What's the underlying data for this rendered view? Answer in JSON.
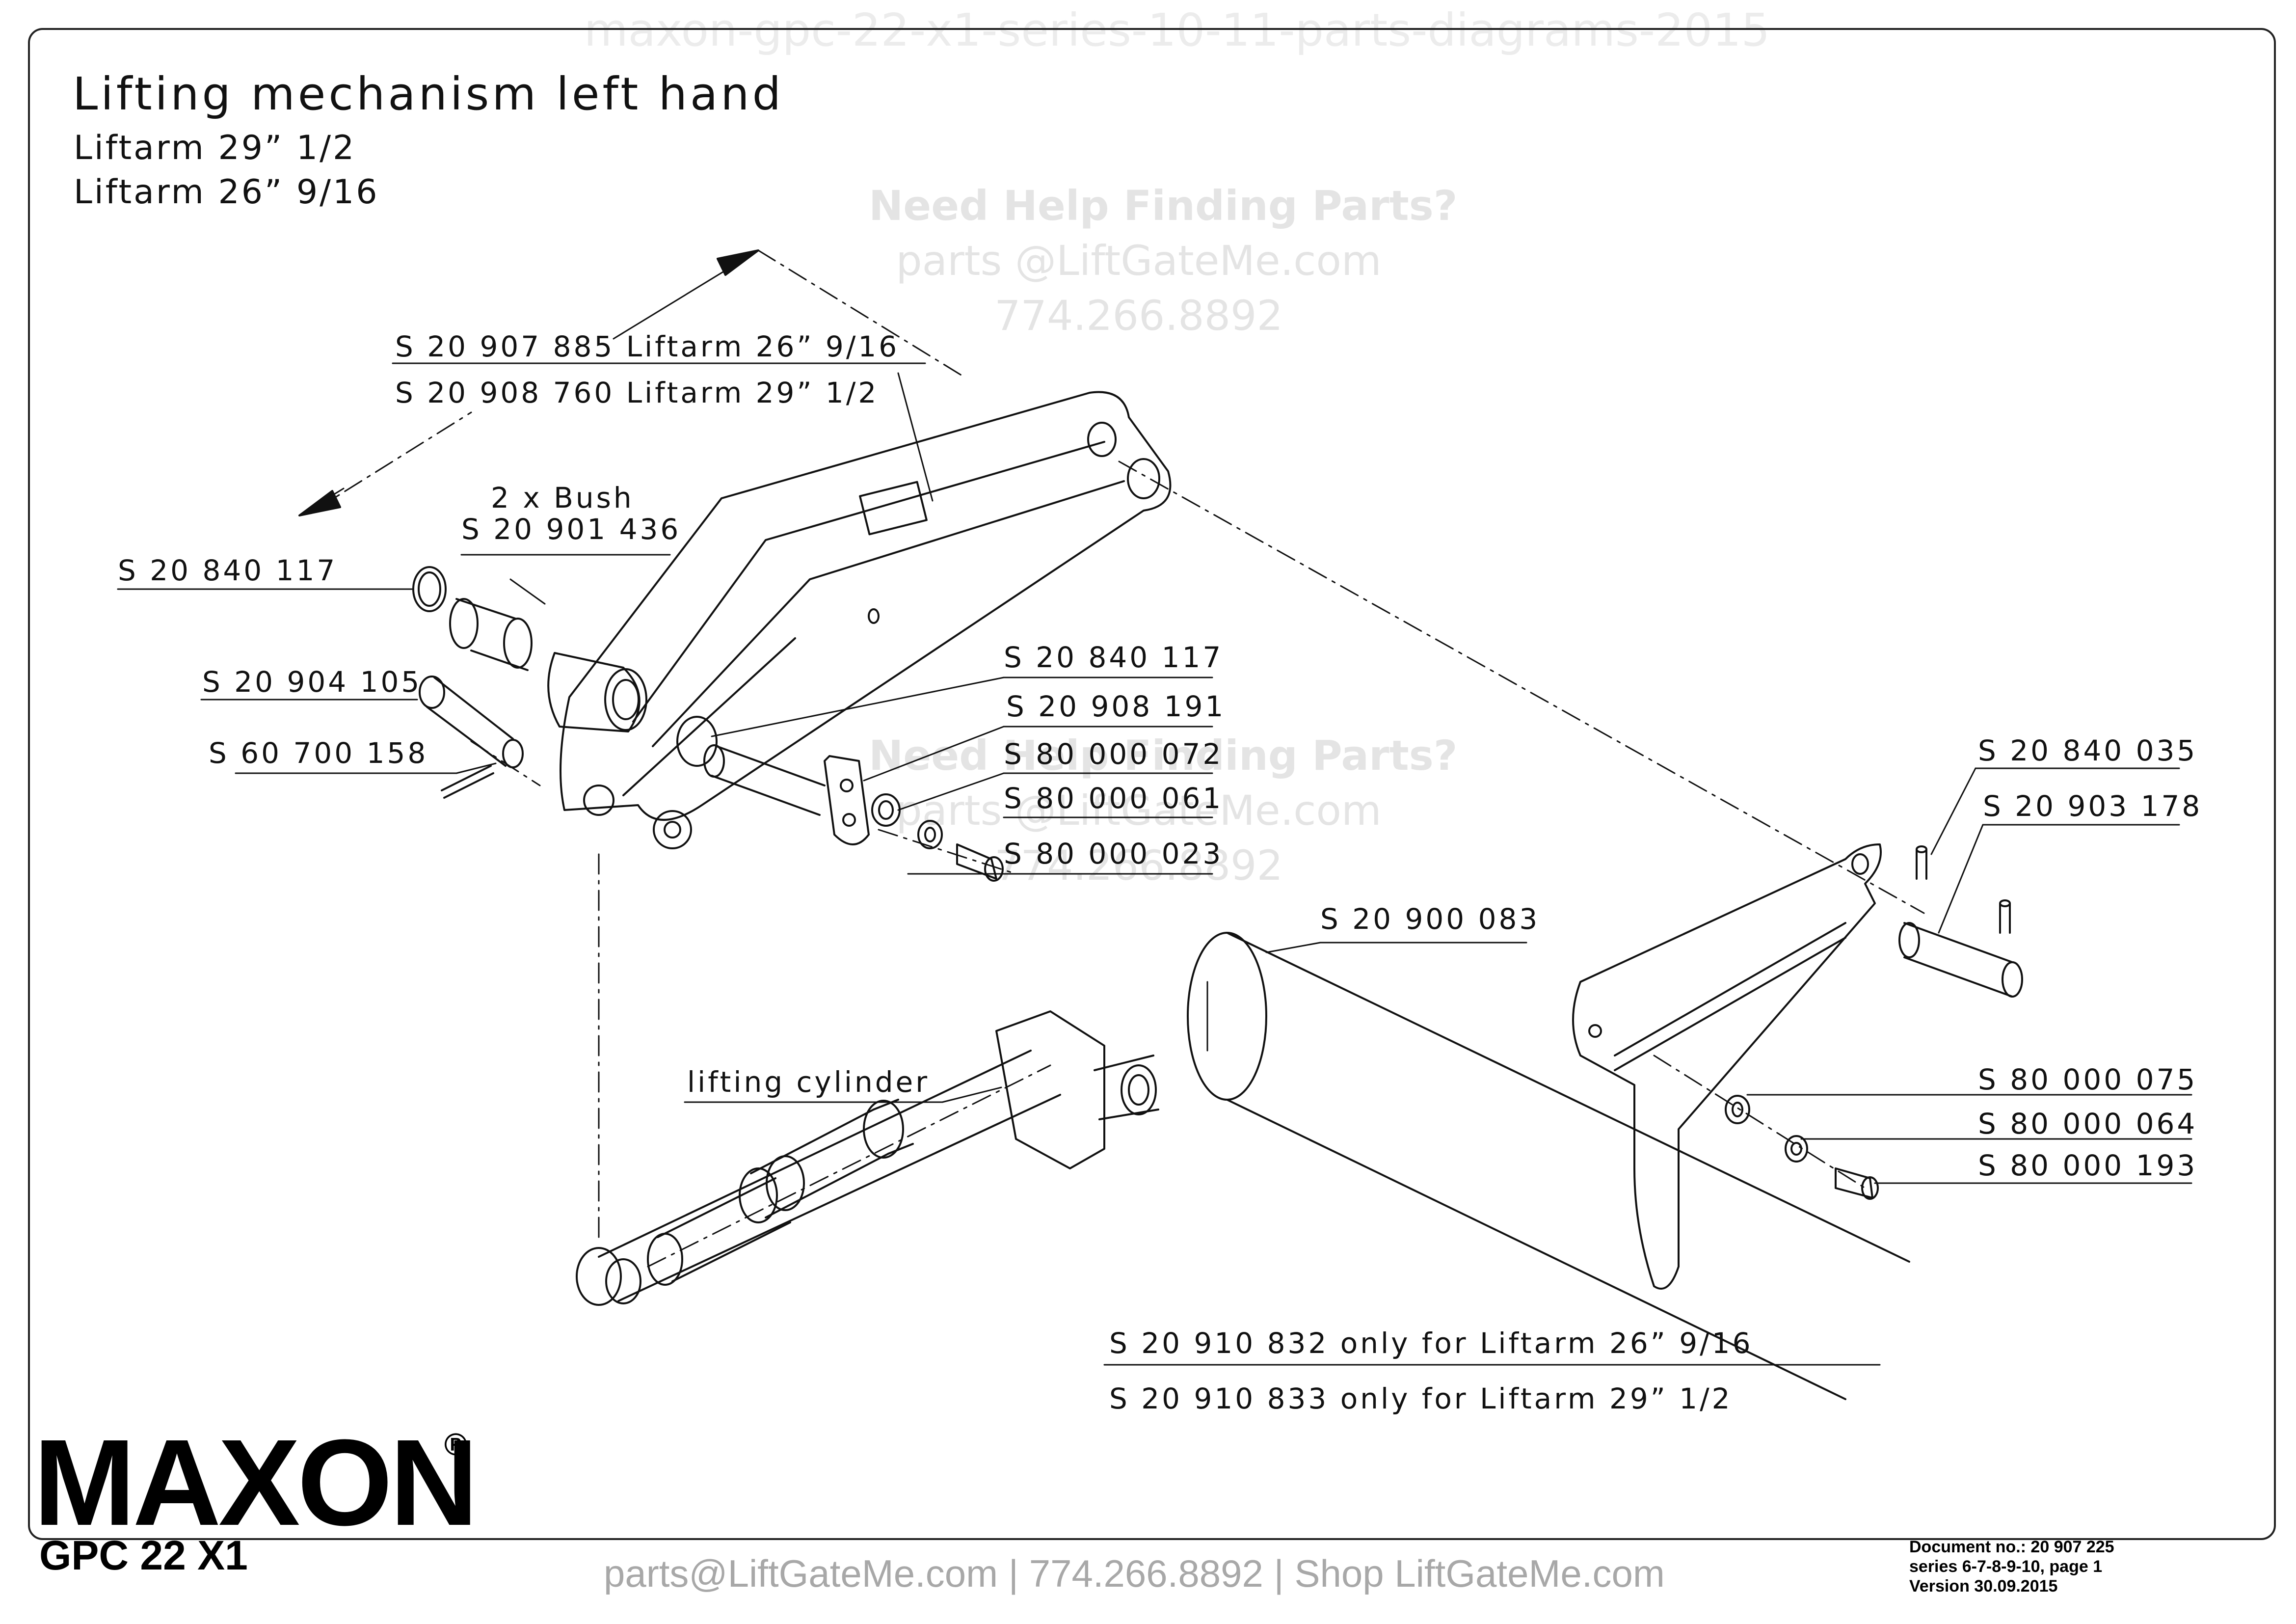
{
  "watermark_top": "maxon-gpc-22-x1-series-10-11-parts-diagrams-2015",
  "title": "Lifting mechanism left hand",
  "subtitles": [
    "Liftarm 29” 1/2",
    "Liftarm 26” 9/16"
  ],
  "labels": {
    "liftarm_26": "S 20 907 885 Liftarm 26” 9/16",
    "liftarm_29": "S 20 908 760 Liftarm 29” 1/2",
    "bush_qty": "2 x Bush",
    "bush_part": "S 20 901 436",
    "oring_left": "S 20 840 117",
    "pin_left": "S 20 904 105",
    "cotter_left": "S 60 700 158",
    "oring_mid": "S 20 840 117",
    "pin_mid": "S 20 908 191",
    "washer_a": "S 80 000 072",
    "washer_b": "S 80 000 061",
    "bolt_a": "S 80 000 023",
    "tube": "S 20 900 083",
    "pin_right_small": "S 20 840 035",
    "pin_right": "S 20 903 178",
    "washer_c": "S 80 000 075",
    "washer_d": "S 80 000 064",
    "bolt_b": "S 80 000 193",
    "cylinder": "lifting cylinder",
    "bracket_26": "S 20 910 832 only for Liftarm 26” 9/16",
    "bracket_29": "S 20 910 833 only for Liftarm 29” 1/2"
  },
  "help_watermark": {
    "heading": "Need Help Finding Parts?",
    "email": "parts @LiftGateMe.com",
    "phone": "774.266.8892"
  },
  "logo": {
    "brand": "MAXON",
    "registered": "®",
    "model": "GPC 22 X1"
  },
  "document": {
    "number": "Document no.: 20 907 225",
    "series": "series 6-7-8-9-10, page 1",
    "version": "Version 30.09.2015"
  },
  "footer": "parts@LiftGateMe.com | 774.266.8892 | Shop LiftGateMe.com"
}
